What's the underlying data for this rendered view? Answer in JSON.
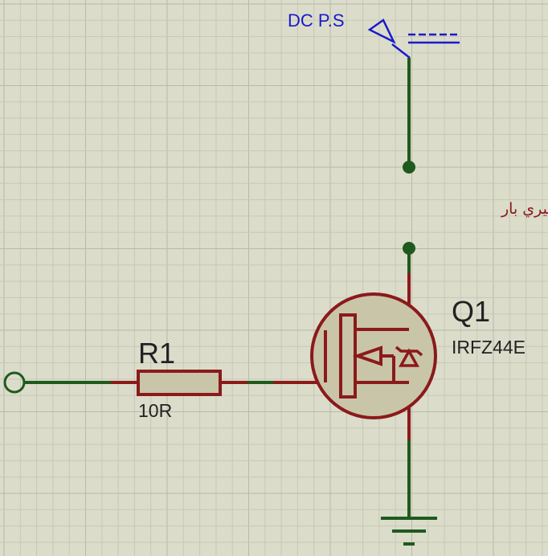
{
  "power": {
    "label": "DC P.S"
  },
  "load": {
    "label": "محل قرار گيري بار"
  },
  "resistor": {
    "ref": "R1",
    "value": "10R"
  },
  "mosfet": {
    "ref": "Q1",
    "part": "IRFZ44E"
  },
  "colors": {
    "background": "#dcdccb",
    "grid_minor": "#c8c8b8",
    "grid_major": "#b9b9a9",
    "wire_green": "#1e5a1e",
    "component_red": "#8b1a1a",
    "component_fill": "#c9c5a9",
    "label_blue": "#1a1acc",
    "label_dark": "#222222",
    "label_red": "#8b1a1a"
  },
  "icons": [
    "power-terminal-icon",
    "ground-icon",
    "input-terminal-icon",
    "mosfet-symbol-icon",
    "resistor-icon"
  ]
}
